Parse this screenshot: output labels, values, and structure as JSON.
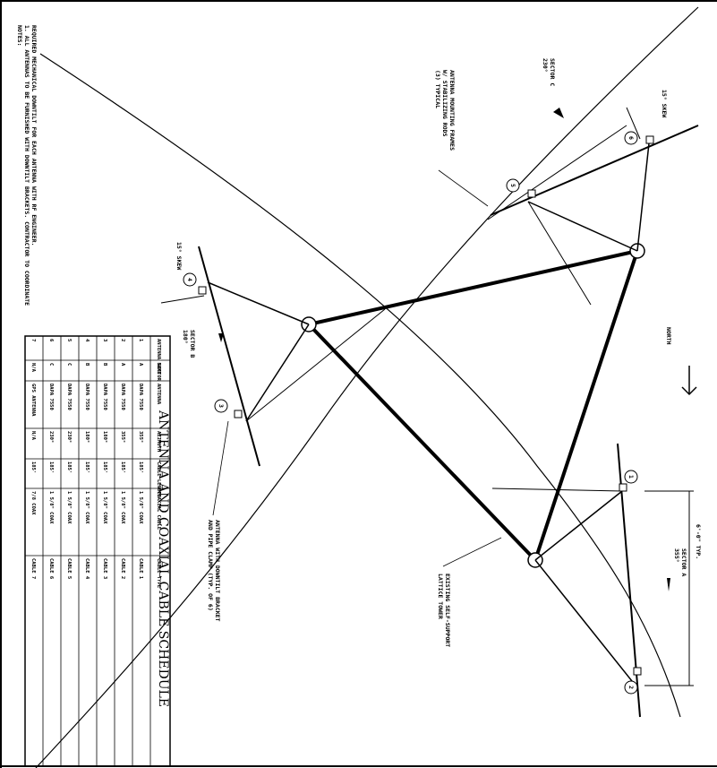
{
  "title": "ANTENNA AND COAXIAL CABLE SCHEDULE",
  "north_label": "NORTH",
  "notes": {
    "heading": "NOTES:",
    "line1": "1. ALL ANTENNAS TO BE FURNISHED WITH DOWNTILT BRACKETS. CONTRACTOR TO COORDINATE",
    "line2": "REQUIRED MECHANICAL DOWNTILT FOR EACH ANTENNA WITH RF ENGINEER."
  },
  "sectors": [
    {
      "name": "SECTOR A",
      "azimuth": "355°"
    },
    {
      "name": "SECTOR B",
      "azimuth": "180°"
    },
    {
      "name": "SECTOR C",
      "azimuth": "230°"
    }
  ],
  "skew_labels": [
    "15° SKEW",
    "15° SKEW"
  ],
  "callouts": {
    "mounting_frames": [
      "ANTENNA MOUNTING FRAMES",
      "W/ STABILIZING RODS",
      "(3) TYPICAL"
    ],
    "existing_tower": [
      "EXISTING SELF-SUPPORT",
      "LATTICE TOWER"
    ],
    "downtilt_bracket": [
      "ANTENNA WITH DOWNTILT BRACKET",
      "AND PIPE CLAMP (TYP. OF 6)"
    ],
    "spacing": "6'-0\" TYP."
  },
  "antenna_numbers": [
    "1",
    "2",
    "3",
    "4",
    "5",
    "6"
  ],
  "table": {
    "headers": [
      "ANTENNA NAME",
      "SECTOR",
      "ANTENNA",
      "AZIMUTH",
      "CABLE LENGTH",
      "COAXIAL CABLE",
      "CABLE TYPE"
    ],
    "rows": [
      [
        "1",
        "A",
        "DAPA 7550",
        "355°",
        "185'",
        "1 5/8\" COAX",
        "CABLE 1"
      ],
      [
        "2",
        "A",
        "DAPA 7550",
        "355°",
        "185'",
        "1 5/8\" COAX",
        "CABLE 2"
      ],
      [
        "3",
        "B",
        "DAPA 7550",
        "180°",
        "185'",
        "1 5/8\" COAX",
        "CABLE 3"
      ],
      [
        "4",
        "B",
        "DAPA 7550",
        "180°",
        "185'",
        "1 5/8\" COAX",
        "CABLE 4"
      ],
      [
        "5",
        "C",
        "DAPA 7550",
        "230°",
        "185'",
        "1 5/8\" COAX",
        "CABLE 5"
      ],
      [
        "6",
        "C",
        "DAPA 7550",
        "230°",
        "185'",
        "1 5/8\" COAX",
        "CABLE 6"
      ],
      [
        "7",
        "N/A",
        "GPS ANTENNA",
        "N/A",
        "185'",
        "7/8 COAX",
        "CABLE 7"
      ]
    ]
  }
}
